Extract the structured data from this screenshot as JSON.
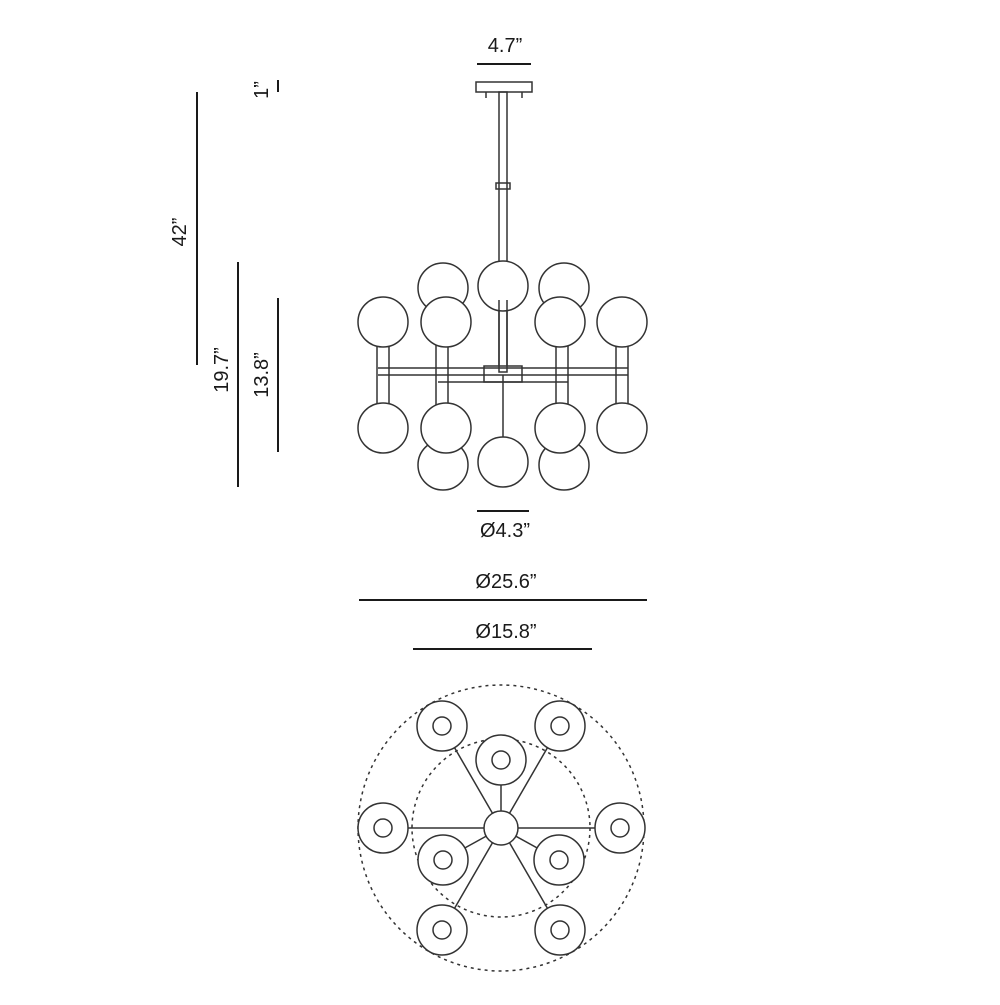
{
  "dimensions": {
    "canopy_width": "4.7”",
    "canopy_height": "1”",
    "overall_height": "42”",
    "fixture_height": "19.7”",
    "body_height": "13.8”",
    "globe_diameter": "Ø4.3”",
    "outer_diameter": "Ø25.6”",
    "inner_diameter": "Ø15.8”"
  }
}
